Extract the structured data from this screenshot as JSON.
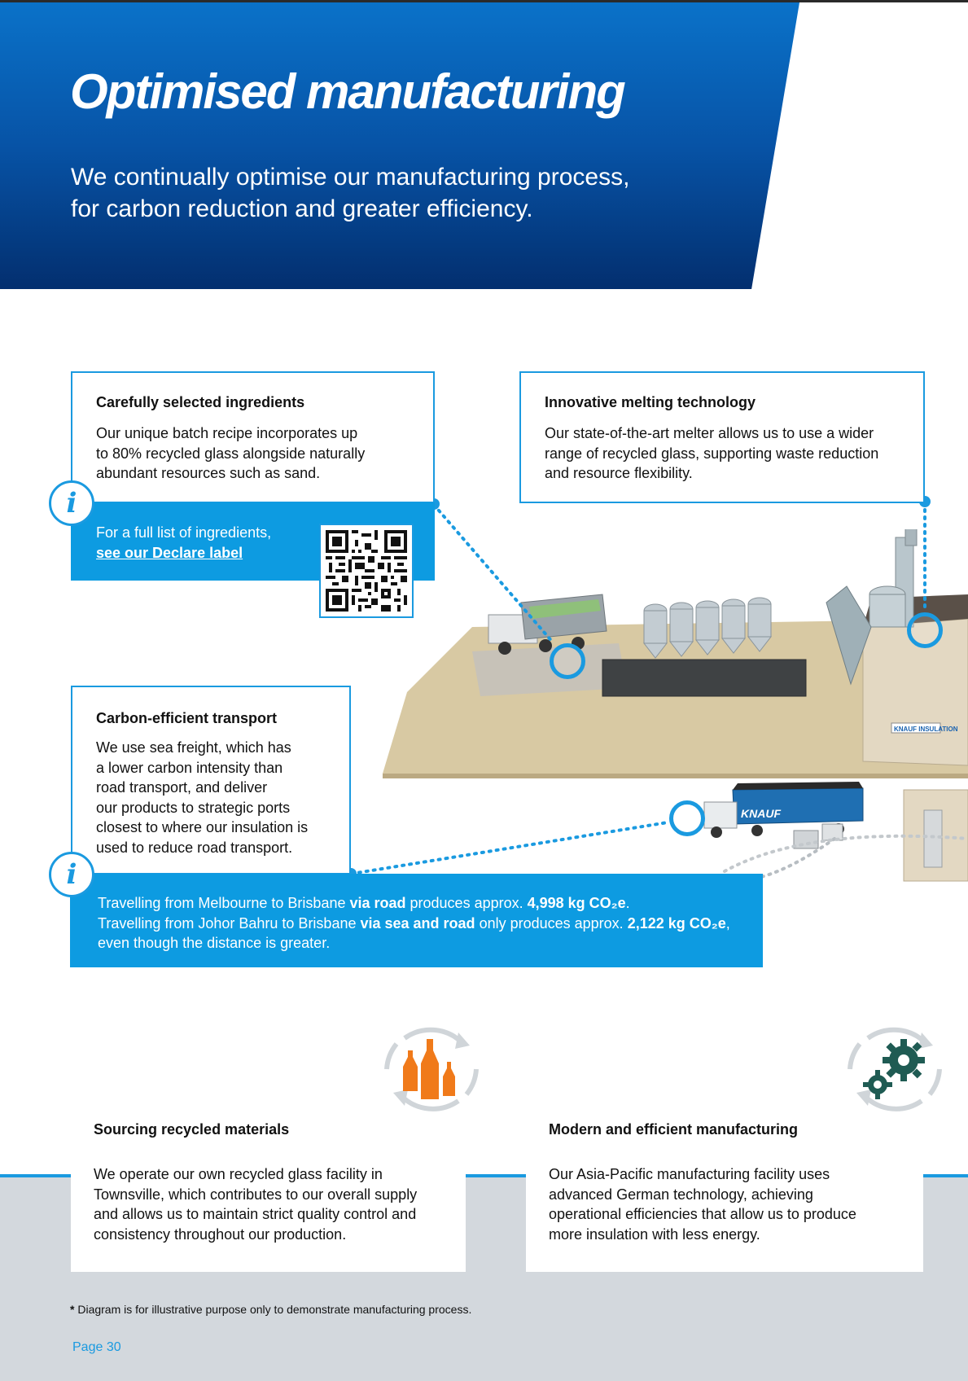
{
  "header": {
    "title": "Optimised manufacturing",
    "subtitle_line1": "We continually optimise our manufacturing process,",
    "subtitle_line2": "for carbon reduction and greater efficiency."
  },
  "ingredients": {
    "title": "Carefully selected ingredients",
    "body": [
      "Our unique batch recipe incorporates up",
      "to 80% recycled glass alongside naturally",
      "abundant resources such as sand."
    ],
    "info_text": "For a full list of ingredients,",
    "info_link": "see our Declare label"
  },
  "melting": {
    "title": "Innovative melting technology",
    "body": [
      "Our state-of-the-art melter allows us to use a wider",
      "range of recycled glass, supporting waste reduction",
      "and resource flexibility."
    ]
  },
  "transport": {
    "title": "Carbon-efficient transport",
    "body": [
      "We use sea freight, which has",
      "a lower carbon intensity than",
      "road transport, and deliver",
      "our products to strategic ports",
      "closest to where our insulation is",
      "used to reduce road transport."
    ],
    "info_l1_a": "Travelling from Melbourne to Brisbane ",
    "info_l1_b": "via road",
    "info_l1_c": " produces approx. ",
    "info_l1_d": "4,998 kg CO₂e",
    "info_l1_e": ".",
    "info_l2_a": "Travelling from Johor Bahru to Brisbane ",
    "info_l2_b": "via sea and road",
    "info_l2_c": " only produces approx. ",
    "info_l2_d": "2,122 kg CO₂e",
    "info_l2_e": ",",
    "info_l3": "even though the distance is greater."
  },
  "diagram": {
    "truck_brand": "KNAUF",
    "building_label": "KNAUF INSULATION"
  },
  "sourcing": {
    "title": "Sourcing recycled materials",
    "body": [
      "We operate our own recycled glass facility in",
      "Townsville, which contributes to our overall supply",
      "and allows us to maintain strict quality control and",
      "consistency throughout our production."
    ],
    "icon": "recycled-bottles-icon"
  },
  "manufacturing": {
    "title": "Modern and efficient manufacturing",
    "body": [
      "Our Asia-Pacific manufacturing facility uses",
      "advanced German technology, achieving",
      "operational efficiencies that allow us to produce",
      "more insulation with less energy."
    ],
    "icon": "gears-icon"
  },
  "footer": {
    "footnote_star": "*",
    "footnote": " Diagram is for illustrative purpose only to demonstrate manufacturing process.",
    "page": "Page 30"
  },
  "colors": {
    "accent": "#1a9ae0",
    "hero_dark": "#032f6f",
    "info_bar": "#0d9be1",
    "band": "#d3d8dd",
    "bottle_orange": "#f07a1a",
    "gear_green": "#1f5b53"
  }
}
